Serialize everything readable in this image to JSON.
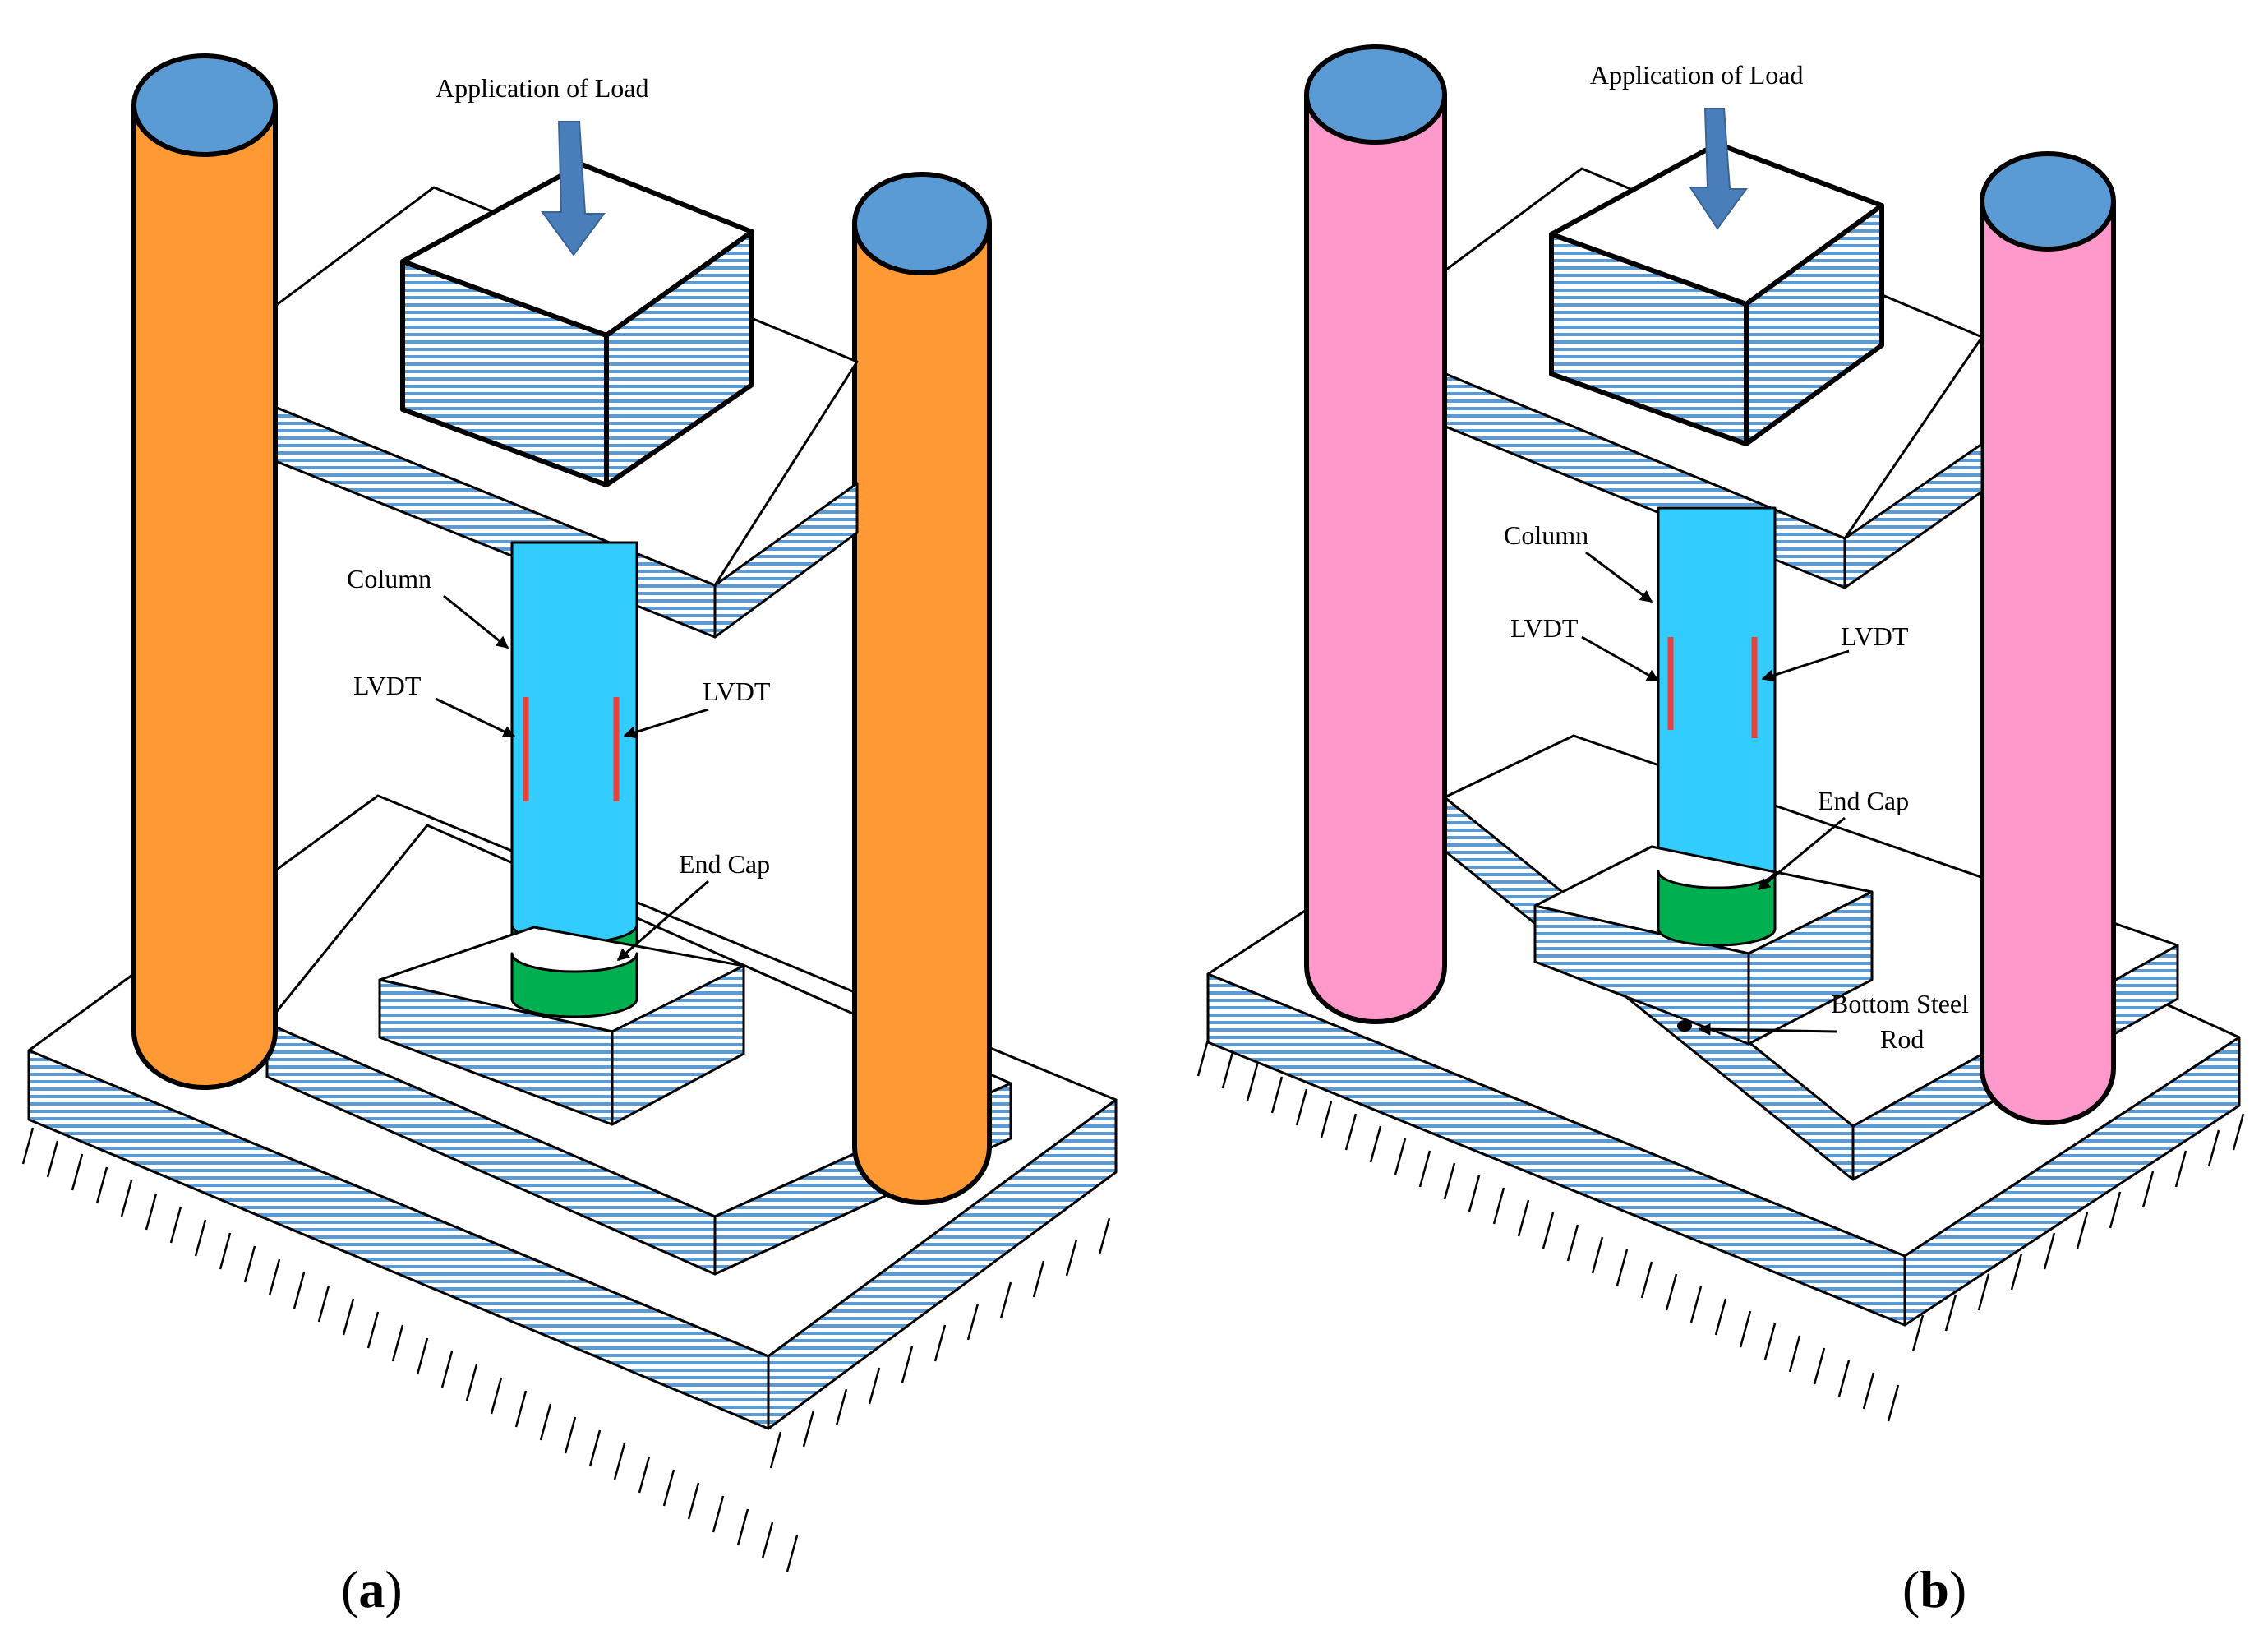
{
  "panels": [
    {
      "id": "a",
      "caption_open": "(",
      "caption_letter": "a",
      "caption_close": ")",
      "load_label": "Application of Load",
      "column_label": "Column",
      "lvdt_left_label": "LVDT",
      "lvdt_right_label": "LVDT",
      "end_cap_label": "End Cap",
      "pillar_color": "#FF9933"
    },
    {
      "id": "b",
      "caption_open": "(",
      "caption_letter": "b",
      "caption_close": ")",
      "load_label": "Application of Load",
      "column_label": "Column",
      "lvdt_left_label": "LVDT",
      "lvdt_right_label": "LVDT",
      "end_cap_label": "End Cap",
      "rod_label_line1": "Bottom Steel",
      "rod_label_line2": "Rod",
      "pillar_color": "#FF99CC"
    }
  ],
  "colors": {
    "pillar_top": "#5B9BD5",
    "column": "#33CCFF",
    "end_cap": "#00B050",
    "lvdt": "#E8413C",
    "stripe": "#5B9BD5",
    "arrow": "#4A7EBB"
  },
  "icons": {
    "load_arrow": "down-arrow-icon",
    "leader_arrow": "arrow-pointer-icon"
  }
}
